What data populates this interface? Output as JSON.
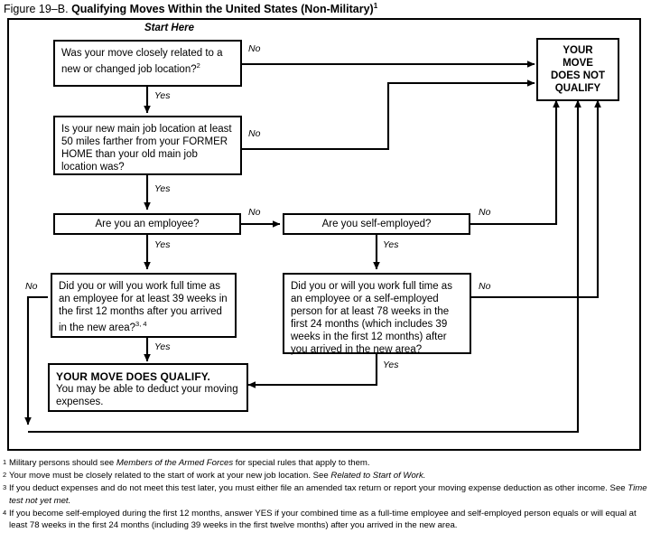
{
  "figure": {
    "label": "Figure 19–B.",
    "name": "Qualifying Moves Within the United States (Non-Military)",
    "title_footnote": "1"
  },
  "flowchart": {
    "start_label": "Start Here",
    "nodes": {
      "q1": {
        "id": "q1",
        "text": "Was your move closely related to a new or changed job location?",
        "footnote": "2"
      },
      "q2": {
        "id": "q2",
        "text": "Is your new main job location at least 50 miles farther from your FORMER HOME than your old main job location was?"
      },
      "q3_employee": {
        "id": "q3_employee",
        "text": "Are you an employee?"
      },
      "q3_selfemployed": {
        "id": "q3_selfemployed",
        "text": "Are you self-employed?"
      },
      "q4_employee": {
        "id": "q4_employee",
        "text": "Did you or will you work full time as an employee for at least 39 weeks in the first 12 months after you arrived in the new area?",
        "footnote": "3, 4"
      },
      "q4_selfemployed": {
        "id": "q4_selfemployed",
        "text": "Did you or will you work full time as an employee or a self-employed person for at least 78 weeks in the first 24 months (which includes 39 weeks in the first 12 months) after you arrived in the new area?"
      },
      "qualify": {
        "id": "qualify",
        "heading": "YOUR MOVE DOES QUALIFY.",
        "text": "You may be able to deduct your moving expenses."
      },
      "not_qualify": {
        "id": "not_qualify",
        "line1": "YOUR",
        "line2": "MOVE",
        "line3": "DOES NOT",
        "line4": "QUALIFY"
      }
    },
    "edge_labels": {
      "q1_no": "No",
      "q1_yes": "Yes",
      "q2_no": "No",
      "q2_yes": "Yes",
      "q3e_no": "No",
      "q3e_yes": "Yes",
      "q3s_no": "No",
      "q3s_yes": "Yes",
      "q4e_no": "No",
      "q4e_yes": "Yes",
      "q4s_no": "No",
      "q4s_yes": "Yes"
    }
  },
  "footnotes": [
    {
      "marker": "1",
      "parts": [
        {
          "t": "Military persons should see ",
          "i": false
        },
        {
          "t": "Members of the Armed Forces",
          "i": true
        },
        {
          "t": " for special rules that apply to them.",
          "i": false
        }
      ]
    },
    {
      "marker": "2",
      "parts": [
        {
          "t": "Your move must be closely related to the start of work at your new job location. See ",
          "i": false
        },
        {
          "t": "Related to Start of Work.",
          "i": true
        }
      ]
    },
    {
      "marker": "3",
      "parts": [
        {
          "t": "If you deduct expenses and do not meet this test later, you must either file an amended tax return or report your moving expense deduction as other income. See ",
          "i": false
        },
        {
          "t": "Time test not yet met.",
          "i": true
        }
      ]
    },
    {
      "marker": "4",
      "parts": [
        {
          "t": "If you become self-employed during the first 12 months, answer YES if your combined time as a full-time employee and self-employed person equals or will equal at least 78 weeks in the first 24 months (including 39 weeks in the first twelve months) after you arrived in the new area.",
          "i": false
        }
      ]
    }
  ],
  "colors": {
    "ink": "#000000",
    "paper": "#ffffff"
  }
}
